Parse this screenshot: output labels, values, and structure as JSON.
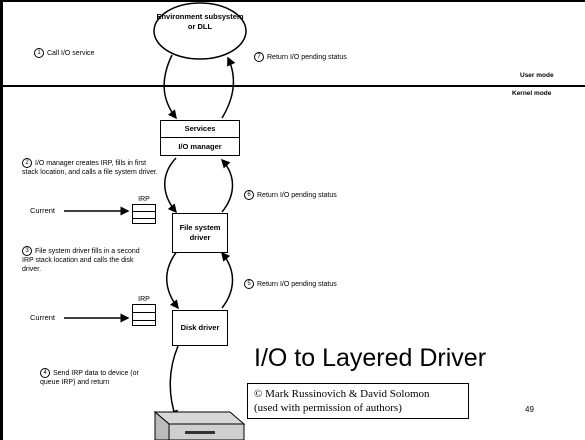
{
  "env": {
    "label": "Environment subsystem or DLL"
  },
  "modes": {
    "user": "User mode",
    "kernel": "Kernel mode"
  },
  "boxes": {
    "services": "Services",
    "io_manager": "I/O manager",
    "fsd": "File system driver",
    "disk": "Disk driver"
  },
  "steps": {
    "s1": {
      "num": "1",
      "text": "Call I/O service"
    },
    "s2": {
      "num": "2",
      "text": "I/O manager creates IRP, fills in first stack location, and calls a file system driver."
    },
    "s3": {
      "num": "3",
      "text": "File system driver fills in a second IRP stack location and calls the disk driver."
    },
    "s4": {
      "num": "4",
      "text": "Send IRP data to device (or queue IRP) and return"
    },
    "s5": {
      "num": "5",
      "text": "Return I/O pending status"
    },
    "s6": {
      "num": "6",
      "text": "Return I/O pending status"
    },
    "s7": {
      "num": "7",
      "text": "Return I/O pending status"
    }
  },
  "irp": {
    "label": "IRP",
    "current": "Current"
  },
  "title": "I/O to Layered Driver",
  "credit": {
    "line1": "© Mark Russinovich & David Solomon",
    "line2": "(used with permission of authors)"
  },
  "page_number": "49"
}
